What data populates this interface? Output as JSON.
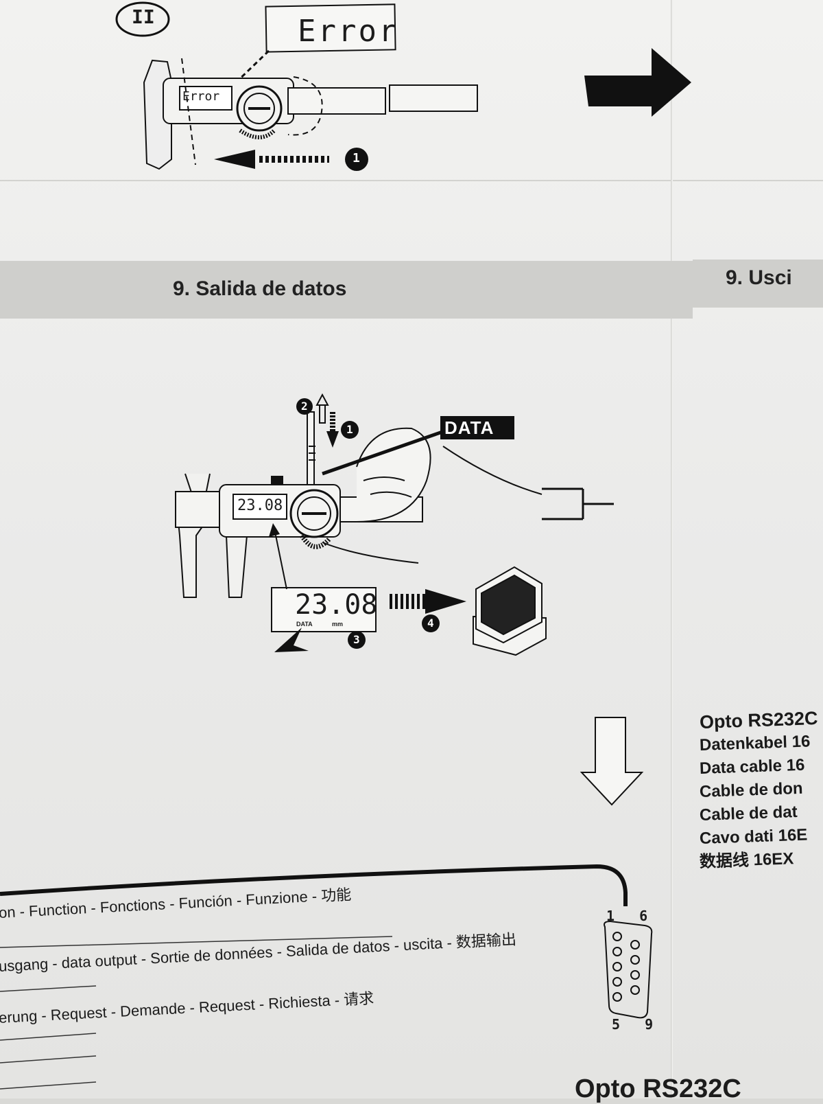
{
  "top_section": {
    "step_marker": "II",
    "error_label": "Error",
    "display_error_text": "Error",
    "step_number": "1"
  },
  "section": {
    "heading": "9.  Salida de datos",
    "heading_right": "9.  Usci"
  },
  "illustration": {
    "data_button_label": "DATA",
    "display_value": "23.08",
    "enlarged_display_value": "23.08",
    "display_sub_left": "DATA",
    "display_sub_right": "mm",
    "step_labels": [
      "1",
      "2",
      "3",
      "4"
    ]
  },
  "cable_info": {
    "lines": [
      "Opto RS232C",
      "Datenkabel 16",
      "Data cable 16",
      "Cable de don",
      "Cable de dat",
      "Cavo dati 16E",
      "数据线  16EX"
    ]
  },
  "function_table": {
    "header": "on - Function - Fonctions - Función - Funzione -  功能",
    "row_output": "usgang - data output - Sortie de données - Salida de datos - uscita -  数据输出",
    "row_request": "erung - Request - Demande - Request - Richiesta -  请求"
  },
  "connector": {
    "pin_labels_top": "1   6",
    "pin_labels_bottom": "5   9"
  },
  "bottom_title": "Opto RS232C"
}
